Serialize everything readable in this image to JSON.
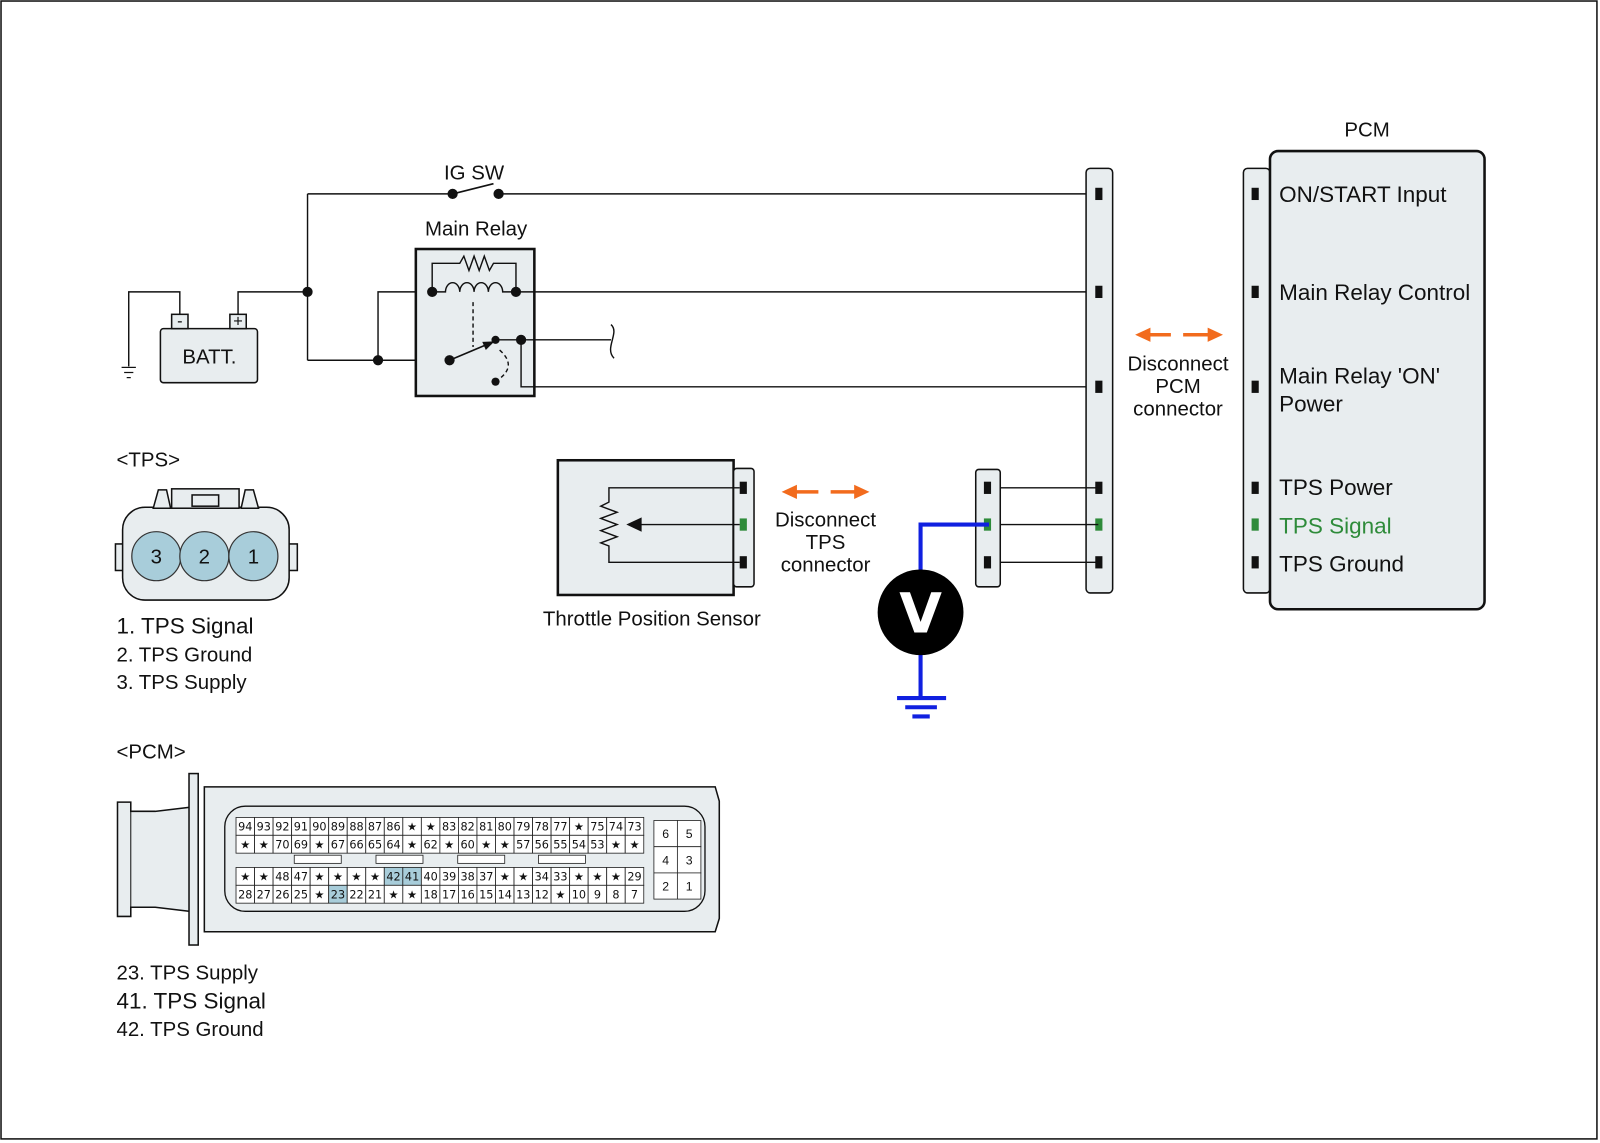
{
  "battery": {
    "label": "BATT.",
    "minus": "-",
    "plus": "+"
  },
  "ig_switch": {
    "label": "IG SW"
  },
  "main_relay": {
    "label": "Main Relay"
  },
  "pcm": {
    "title": "PCM",
    "terminals": [
      {
        "label": "ON/START Input"
      },
      {
        "label": "Main Relay Control"
      },
      {
        "label_lines": [
          "Main Relay 'ON'",
          "Power"
        ]
      },
      {
        "label": "TPS Power"
      },
      {
        "label": "TPS Signal"
      },
      {
        "label": "TPS Ground"
      }
    ]
  },
  "disconnect_pcm": {
    "lines": [
      "Disconnect",
      "PCM",
      "connector"
    ]
  },
  "disconnect_tps": {
    "lines": [
      "Disconnect",
      "TPS",
      "connector"
    ]
  },
  "tps_sensor": {
    "label": "Throttle Position Sensor"
  },
  "voltmeter": {
    "label": "V"
  },
  "tps_connector": {
    "title": "<TPS>",
    "pins": [
      "3",
      "2",
      "1"
    ],
    "legend": [
      {
        "text": "1. TPS Signal",
        "color": "#2e8b3a"
      },
      {
        "text": "2. TPS Ground",
        "color": "#111111"
      },
      {
        "text": "3. TPS Supply",
        "color": "#111111"
      }
    ]
  },
  "pcm_connector": {
    "title": "<PCM>",
    "rows": [
      [
        "94",
        "93",
        "92",
        "91",
        "90",
        "89",
        "88",
        "87",
        "86",
        "★",
        "★",
        "83",
        "82",
        "81",
        "80",
        "79",
        "78",
        "77",
        "★",
        "75",
        "74",
        "73"
      ],
      [
        "★",
        "★",
        "70",
        "69",
        "★",
        "67",
        "66",
        "65",
        "64",
        "★",
        "62",
        "★",
        "60",
        "★",
        "★",
        "57",
        "56",
        "55",
        "54",
        "53",
        "★",
        "★"
      ],
      [
        "★",
        "★",
        "48",
        "47",
        "★",
        "★",
        "★",
        "★",
        {
          "pin": "42",
          "highlight": true
        },
        {
          "pin": "41",
          "highlight": true
        },
        "40",
        "39",
        "38",
        "37",
        "★",
        "★",
        "34",
        "33",
        "★",
        "★",
        "★",
        "29"
      ],
      [
        "28",
        "27",
        "26",
        "25",
        "★",
        {
          "pin": "23",
          "highlight": true
        },
        "22",
        "21",
        "★",
        "★",
        "18",
        "17",
        "16",
        "15",
        "14",
        "13",
        "12",
        "★",
        "10",
        "9",
        "8",
        "7"
      ]
    ],
    "aux_grid": [
      [
        "6",
        "5"
      ],
      [
        "4",
        "3"
      ],
      [
        "2",
        "1"
      ]
    ],
    "legend": [
      {
        "text": "23. TPS Supply",
        "color": "#111111"
      },
      {
        "text": "41. TPS Signal",
        "color": "#2e8b3a"
      },
      {
        "text": "42. TPS Ground",
        "color": "#111111"
      }
    ]
  },
  "colors": {
    "component_fill": "#e8edef",
    "signal_green": "#2e8b3a",
    "probe_blue": "#1020e0",
    "disconnect_orange": "#f26b1d",
    "pin_highlight": "#a8cdda",
    "pin_black": "#111111"
  }
}
